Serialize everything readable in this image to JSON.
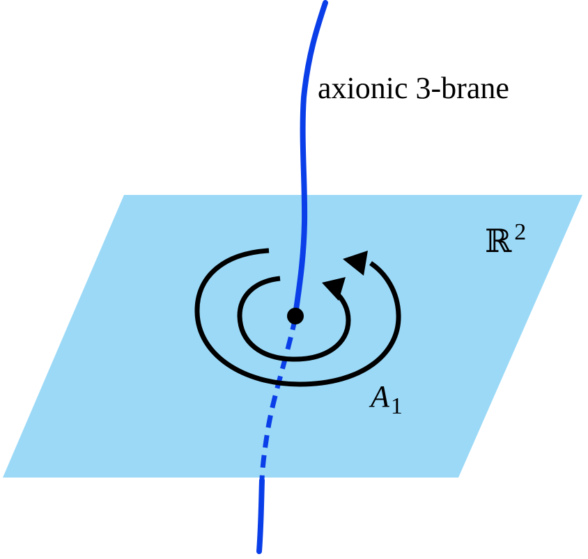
{
  "labels": {
    "brane": "axionic 3-brane",
    "plane_symbol": "ℝ",
    "plane_exponent": "2",
    "field_symbol": "A",
    "field_subscript": "1"
  },
  "colors": {
    "plane": "#9bd9f7",
    "brane": "#0a3ee8",
    "loops": "#000000",
    "background": "#ffffff"
  }
}
